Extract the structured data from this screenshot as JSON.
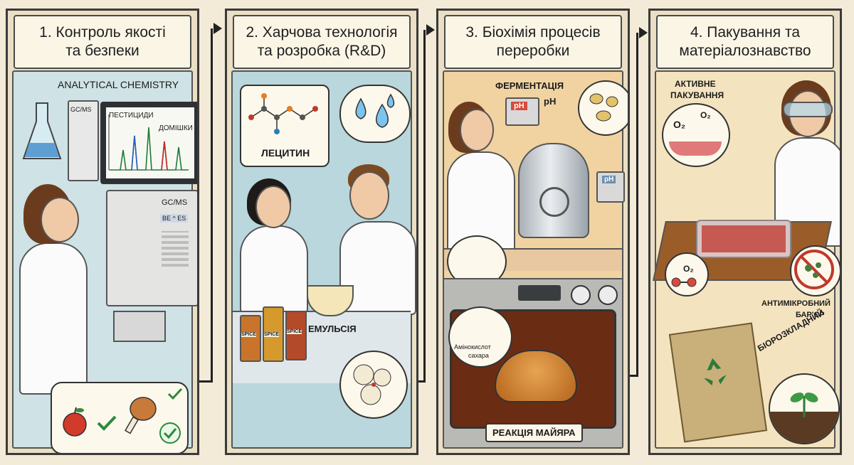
{
  "panels": [
    {
      "title_line1": "1. Контроль якості",
      "title_line2": "та безпеки",
      "analytical_label": "ANALYTICAL CHEMISTRY",
      "instrument_label_top": "GC/MS",
      "instrument_label_front": "GC/MS",
      "instrument_panel_text": "BE ^ ES",
      "chart_label_pesticides": "ПЕСТИЦИДИ",
      "chart_label_impurities": "ДОМІШКИ"
    },
    {
      "title_line1": "2. Харчова технологія",
      "title_line2": "та розробка (R&D)",
      "lecithin_label": "ЛЕЦИТИН",
      "emulsion_label": "ЕМУЛЬСІЯ",
      "jar_label_spice": "SPICE",
      "jar_label_spice2": "SPICE",
      "jar_label_spice3": "SPICE"
    },
    {
      "title_line1": "3. Біохімія процесів",
      "title_line2": "переробки",
      "fermentation_label": "ФЕРМЕНТАЦІЯ",
      "ph_label": "pH",
      "ph_display": "pH",
      "ph_meter": "pH",
      "amino_label_line1": "Амінокислот",
      "amino_label_line2": "сахара",
      "maillard_label": "РЕАКЦІЯ МАЙЯРА"
    },
    {
      "title_line1": "4. Пакування та",
      "title_line2": "матеріалознавство",
      "active_packaging_line1": "АКТИВНЕ",
      "active_packaging_line2": "ПАКУВАННЯ",
      "o2_label_a": "O₂",
      "o2_label_b": "O₂",
      "o2_label_c": "O₂",
      "antimicrobial_line1": "АНТИМІКРОБНИЙ",
      "antimicrobial_line2": "БАР'ЄР",
      "biodegradable_label": "БІОРОЗКЛАДНИЙ"
    }
  ]
}
